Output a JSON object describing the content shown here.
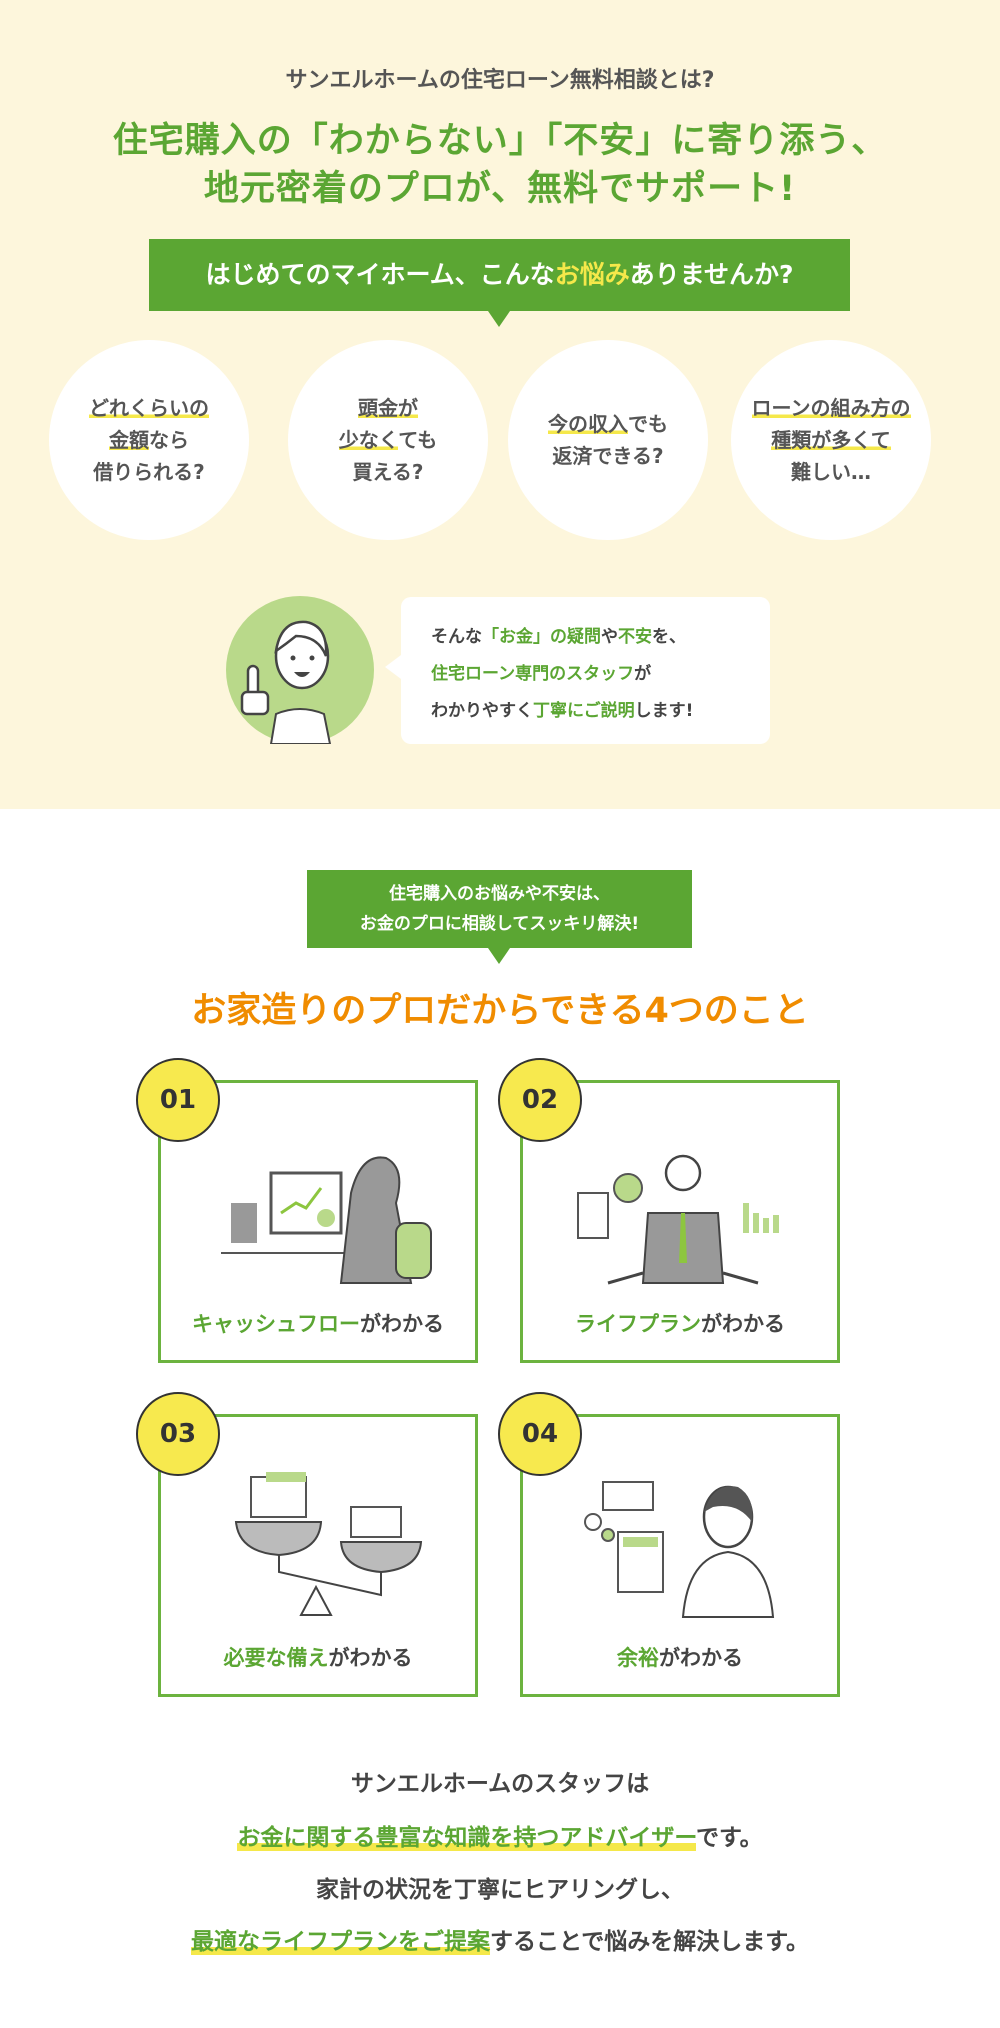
{
  "intro": {
    "subtitle": "サンエルホームの住宅ローン無料相談とは?",
    "headline_line1": "住宅購入の「わからない」「不安」に寄り添う、",
    "headline_line2": "地元密着のプロが、無料でサポート!"
  },
  "worry_banner": {
    "before": "はじめてのマイホーム、こんな",
    "highlight": "お悩み",
    "after": "ありませんか?"
  },
  "worries": [
    {
      "lines": [
        {
          "hl": "どれくらいの",
          "rest": ""
        },
        {
          "hl": "金額",
          "rest": "なら"
        },
        {
          "hl": "",
          "rest": "借りられる?"
        }
      ]
    },
    {
      "lines": [
        {
          "hl": "頭金が",
          "rest": ""
        },
        {
          "hl": "少なく",
          "rest": "ても"
        },
        {
          "hl": "",
          "rest": "買える?"
        }
      ]
    },
    {
      "lines": [
        {
          "hl": "今の収入",
          "rest": "でも"
        },
        {
          "hl": "",
          "rest": "返済できる?"
        }
      ]
    },
    {
      "lines": [
        {
          "hl": "ローンの組み方の",
          "rest": ""
        },
        {
          "hl": "種類が多くて",
          "rest": ""
        },
        {
          "hl": "",
          "rest": "難しい…"
        }
      ]
    }
  ],
  "speech": {
    "l1a": "そんな",
    "l1b": "「お金」の疑問",
    "l1c": "や",
    "l1d": "不安",
    "l1e": "を、",
    "l2a": "住宅ローン専門のスタッフ",
    "l2b": "が",
    "l3a": "わかりやすく",
    "l3b": "丁寧にご説明",
    "l3c": "します!"
  },
  "solution_banner": {
    "line1": "住宅購入のお悩みや不安は、",
    "line2": "お金のプロに相談してスッキリ解決!"
  },
  "four_title": "お家造りのプロだからできる4つのこと",
  "cards": [
    {
      "number": "01",
      "green": "キャッシュフロー",
      "rest": "がわかる"
    },
    {
      "number": "02",
      "green": "ライフプラン",
      "rest": "がわかる"
    },
    {
      "number": "03",
      "green": "必要な備え",
      "rest": "がわかる"
    },
    {
      "number": "04",
      "green": "余裕",
      "rest": "がわかる"
    }
  ],
  "closing": {
    "l1": "サンエルホームのスタッフは",
    "l2a": "お金に関する豊富な知識を持つアドバイザー",
    "l2b": "です。",
    "l3": "家計の状況を丁寧にヒアリングし、",
    "l4a": "最適なライフプランをご提案",
    "l4b": "することで悩みを解決します。"
  },
  "colors": {
    "green": "#5ba633",
    "orange": "#f08c00",
    "yellow": "#f5e84a",
    "cream": "#fdf6dc"
  }
}
